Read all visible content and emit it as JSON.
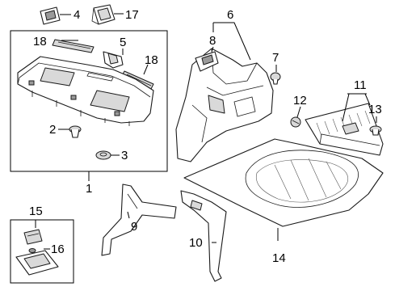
{
  "callouts": [
    "1",
    "2",
    "3",
    "4",
    "5",
    "6",
    "7",
    "8",
    "9",
    "10",
    "11",
    "12",
    "13",
    "14",
    "15",
    "16",
    "17",
    "18",
    "18"
  ]
}
